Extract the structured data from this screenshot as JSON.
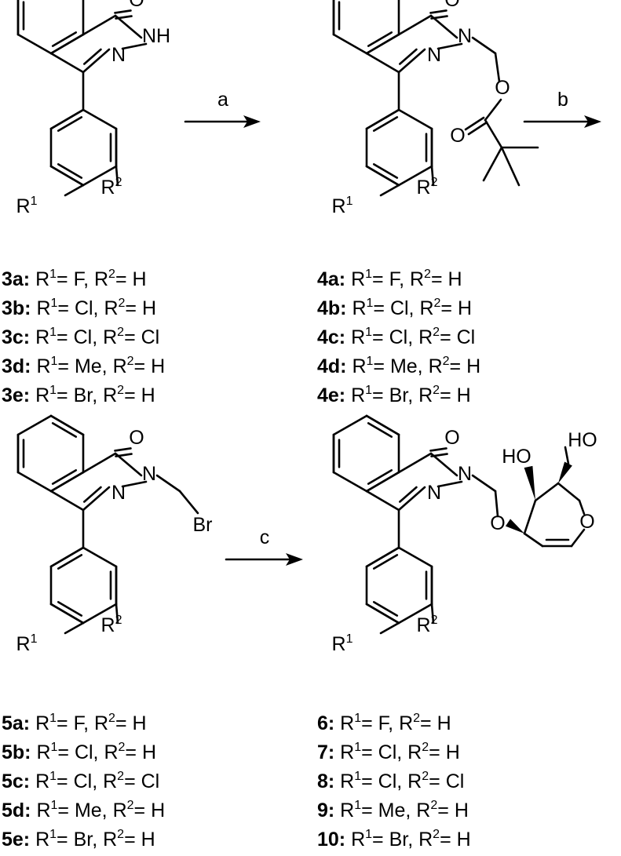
{
  "arrows": {
    "a": "a",
    "b": "b",
    "c": "c"
  },
  "atoms": {
    "O": "O",
    "N": "N",
    "H": "H",
    "NH": "NH",
    "Br": "Br",
    "HO": "HO",
    "R": "R",
    "sup1": "1",
    "sup2": "2"
  },
  "compound_lists": {
    "list3": [
      {
        "id": "3a",
        "r1": "F",
        "r2": "H"
      },
      {
        "id": "3b",
        "r1": "Cl",
        "r2": "H"
      },
      {
        "id": "3c",
        "r1": "Cl",
        "r2": "Cl"
      },
      {
        "id": "3d",
        "r1": "Me",
        "r2": "H"
      },
      {
        "id": "3e",
        "r1": "Br",
        "r2": "H"
      }
    ],
    "list4": [
      {
        "id": "4a",
        "r1": "F",
        "r2": "H"
      },
      {
        "id": "4b",
        "r1": "Cl",
        "r2": "H"
      },
      {
        "id": "4c",
        "r1": "Cl",
        "r2": "Cl"
      },
      {
        "id": "4d",
        "r1": "Me",
        "r2": "H"
      },
      {
        "id": "4e",
        "r1": "Br",
        "r2": "H"
      }
    ],
    "list5": [
      {
        "id": "5a",
        "r1": "F",
        "r2": "H"
      },
      {
        "id": "5b",
        "r1": "Cl",
        "r2": "H"
      },
      {
        "id": "5c",
        "r1": "Cl",
        "r2": "Cl"
      },
      {
        "id": "5d",
        "r1": "Me",
        "r2": "H"
      },
      {
        "id": "5e",
        "r1": "Br",
        "r2": "H"
      }
    ],
    "list6": [
      {
        "id": "6",
        "r1": "F",
        "r2": "H"
      },
      {
        "id": "7",
        "r1": "Cl",
        "r2": "H"
      },
      {
        "id": "8",
        "r1": "Cl",
        "r2": "Cl"
      },
      {
        "id": "9",
        "r1": "Me",
        "r2": "H"
      },
      {
        "id": "10",
        "r1": "Br",
        "r2": "H"
      }
    ]
  }
}
